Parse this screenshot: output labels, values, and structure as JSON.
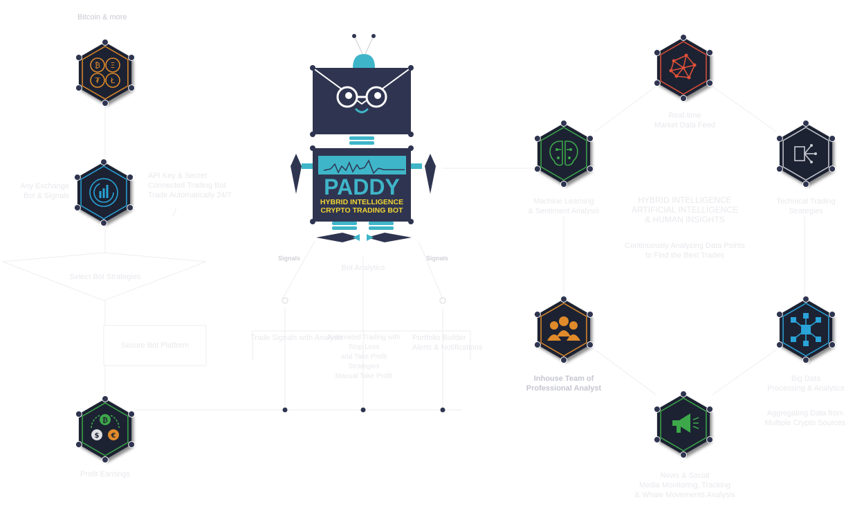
{
  "bot": {
    "name": "PADDY",
    "tagline_1": "HYBRID INTELLIGENCE",
    "tagline_2": "CRYPTO TRADING BOT"
  },
  "left_column": {
    "top_caption": "Bitcoin & more",
    "mid_label_left_1": "Any Exchange",
    "mid_label_left_2": "Bot & Signals",
    "mid_label_right_1": "API Key & Secret",
    "mid_label_right_2": "Connected Trading Bot",
    "mid_label_right_3": "Trade Automatically 24/7",
    "diamond_label": "Select Bot Strategies",
    "rect_label": "Secure Bot Platform",
    "bottom_caption": "Profit Earnings"
  },
  "center": {
    "signals_left": "Signals",
    "signals_right": "Signals",
    "mid_caption": "Bot Analytics",
    "row_left": "Trade Signals with Analysis",
    "row_mid_1": "Automated Trading with Stop Loss",
    "row_mid_2": "and Take Profit Strategies",
    "row_mid_3": "Manual Take Profit",
    "row_right_1": "Portfolio Builder",
    "row_right_2": "Alerts & Notifications"
  },
  "right_network": {
    "top_label_1": "Real-time",
    "top_label_2": "Market Data Feed",
    "left_label_1": "Machine Learning",
    "left_label_2": "& Sentiment Analysis",
    "right_label_1": "Technical Trading",
    "right_label_2": "Strategies",
    "center_text_1": "HYBRID INTELLIGENCE",
    "center_text_2": "ARTIFICIAL INTELLIGENCE",
    "center_text_3": "& HUMAN INSIGHTS",
    "center_sub_1": "Continuously Analyzing Data Points",
    "center_sub_2": "to Find the Best Trades",
    "analyst_label_1": "Inhouse Team of",
    "analyst_label_2": "Professional Analyst",
    "data_label_1": "Big Data",
    "data_label_2": "Processing & Analytics",
    "data_sub_1": "Aggregating Data from",
    "data_sub_2": "Multiple Crypto Sources",
    "news_label_1": "News & Social",
    "news_label_2": "Media Monitoring, Tracking",
    "news_label_3": "& Whale Movements Analysis"
  },
  "colors": {
    "navy": "#2f3550",
    "hex_dark": "#1f2333",
    "cyan": "#3fb5c9",
    "yellow": "#f2d433",
    "orange": "#e08a2a",
    "green": "#3da84a",
    "red": "#e05038",
    "blue_accent": "#2aa3d9"
  },
  "icons": [
    "crypto-coins-icon",
    "analytics-gauge-icon",
    "currency-exchange-icon",
    "network-graph-icon",
    "brain-circuit-icon",
    "export-arrows-icon",
    "team-people-icon",
    "data-hub-icon",
    "megaphone-icon"
  ]
}
